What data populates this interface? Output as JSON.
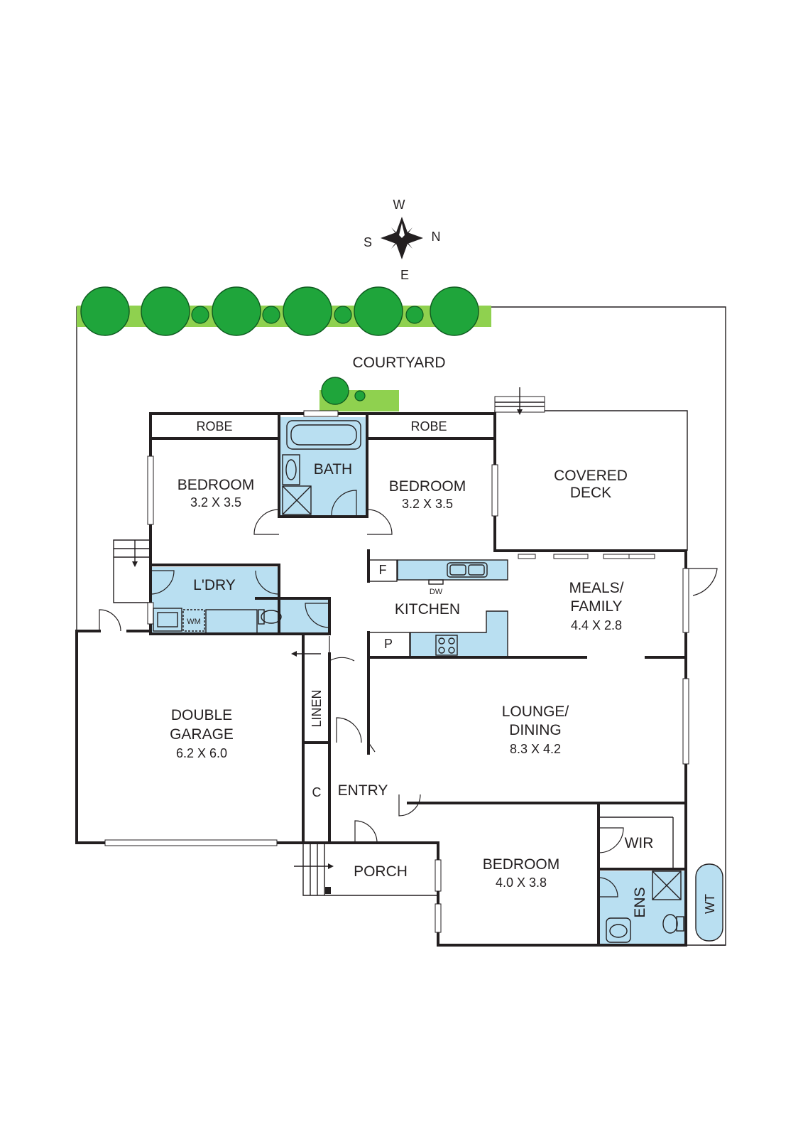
{
  "compass": {
    "north": "N",
    "south": "S",
    "east": "E",
    "west": "W"
  },
  "outdoor": {
    "courtyard": "COURTYARD",
    "covered_deck": [
      "COVERED",
      "DECK"
    ],
    "porch": "PORCH"
  },
  "rooms": {
    "bedroom_left": {
      "name": "BEDROOM",
      "size": "3.2 X 3.5"
    },
    "bedroom_mid": {
      "name": "BEDROOM",
      "size": "3.2 X 3.5"
    },
    "bedroom_main": {
      "name": "BEDROOM",
      "size": "4.0 X 3.8"
    },
    "robe_left": "ROBE",
    "robe_mid": "ROBE",
    "bath": "BATH",
    "laundry": "L'DRY",
    "kitchen": "KITCHEN",
    "meals": {
      "name": [
        "MEALS/",
        "FAMILY"
      ],
      "size": "4.4 X 2.8"
    },
    "lounge": {
      "name": [
        "LOUNGE/",
        "DINING"
      ],
      "size": "8.3 X 4.2"
    },
    "garage": {
      "name": [
        "DOUBLE",
        "GARAGE"
      ],
      "size": "6.2 X 6.0"
    },
    "entry": "ENTRY",
    "linen": "LINEN",
    "cupboard": "C",
    "wir": "WIR",
    "ensuite": "ENS",
    "water_tank": "WT",
    "fridge": "F",
    "pantry": "P",
    "dishwasher": "DW",
    "washing_machine": "WM"
  },
  "colors": {
    "wet_area": "#b9dff1",
    "tree": "#1fa53b",
    "hedge": "#8fd14f",
    "wall": "#231f20"
  }
}
